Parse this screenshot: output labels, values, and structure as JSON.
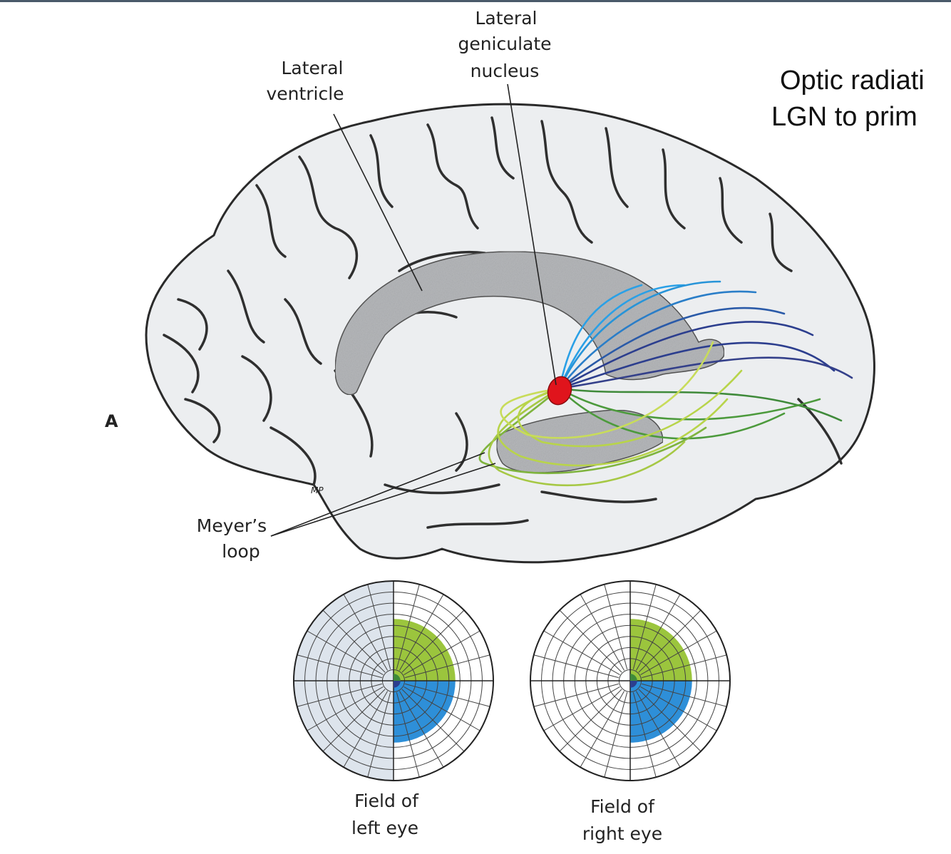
{
  "header": {
    "line1": "Optic radiati",
    "line2": "LGN to prim"
  },
  "labels": {
    "lateral_ventricle": [
      "Lateral",
      "ventricle"
    ],
    "lgn": [
      "Lateral",
      "geniculate",
      "nucleus"
    ],
    "meyers_loop": [
      "Meyer’s",
      "loop"
    ],
    "panel_letter": "A",
    "signature": "MP",
    "field_left": [
      "Field of",
      "left eye"
    ],
    "field_right": [
      "Field of",
      "right eye"
    ]
  },
  "colors": {
    "lgn_red": "#e0141c",
    "blue_light": "#2aa0e6",
    "blue_dark": "#2c3e8e",
    "green_light": "#b8d44a",
    "green_dark": "#3f8a3a",
    "field_gray": "#dde4ec",
    "field_green": "#9bc53d",
    "field_blue": "#2e8fd8"
  }
}
